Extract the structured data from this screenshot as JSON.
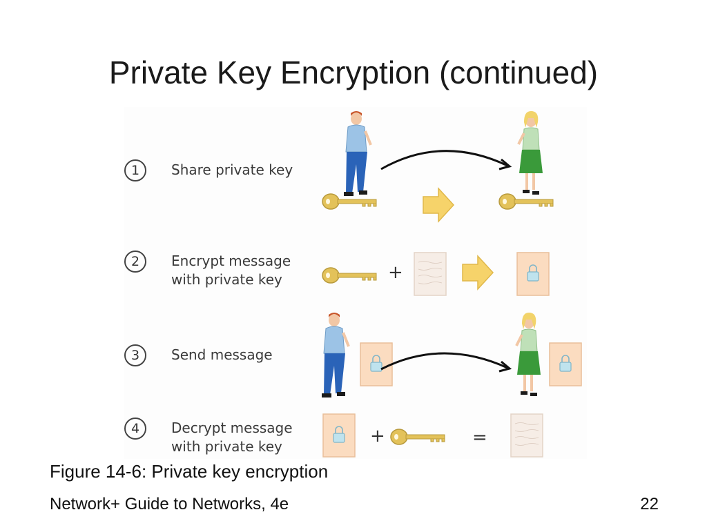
{
  "slide": {
    "title": "Private Key Encryption (continued)",
    "caption": "Figure 14-6: Private key encryption",
    "footer": "Network+ Guide to Networks, 4e",
    "page_number": "22"
  },
  "steps": [
    {
      "number": "1",
      "label": "Share private key"
    },
    {
      "number": "2",
      "label": "Encrypt message\nwith private key"
    },
    {
      "number": "3",
      "label": "Send message"
    },
    {
      "number": "4",
      "label": "Decrypt message\nwith private key"
    }
  ],
  "operators": {
    "plus": "+",
    "equals": "="
  },
  "colors": {
    "key": "#e3c25a",
    "arrow_fill": "#f6d36a",
    "lock_doc": "#fbdcc0",
    "plain_doc": "#f6ede6",
    "shirt_man": "#9cc3e6",
    "pants_man": "#2a63b8",
    "shirt_woman": "#bfe0b8",
    "skirt_woman": "#3a9a3a"
  }
}
